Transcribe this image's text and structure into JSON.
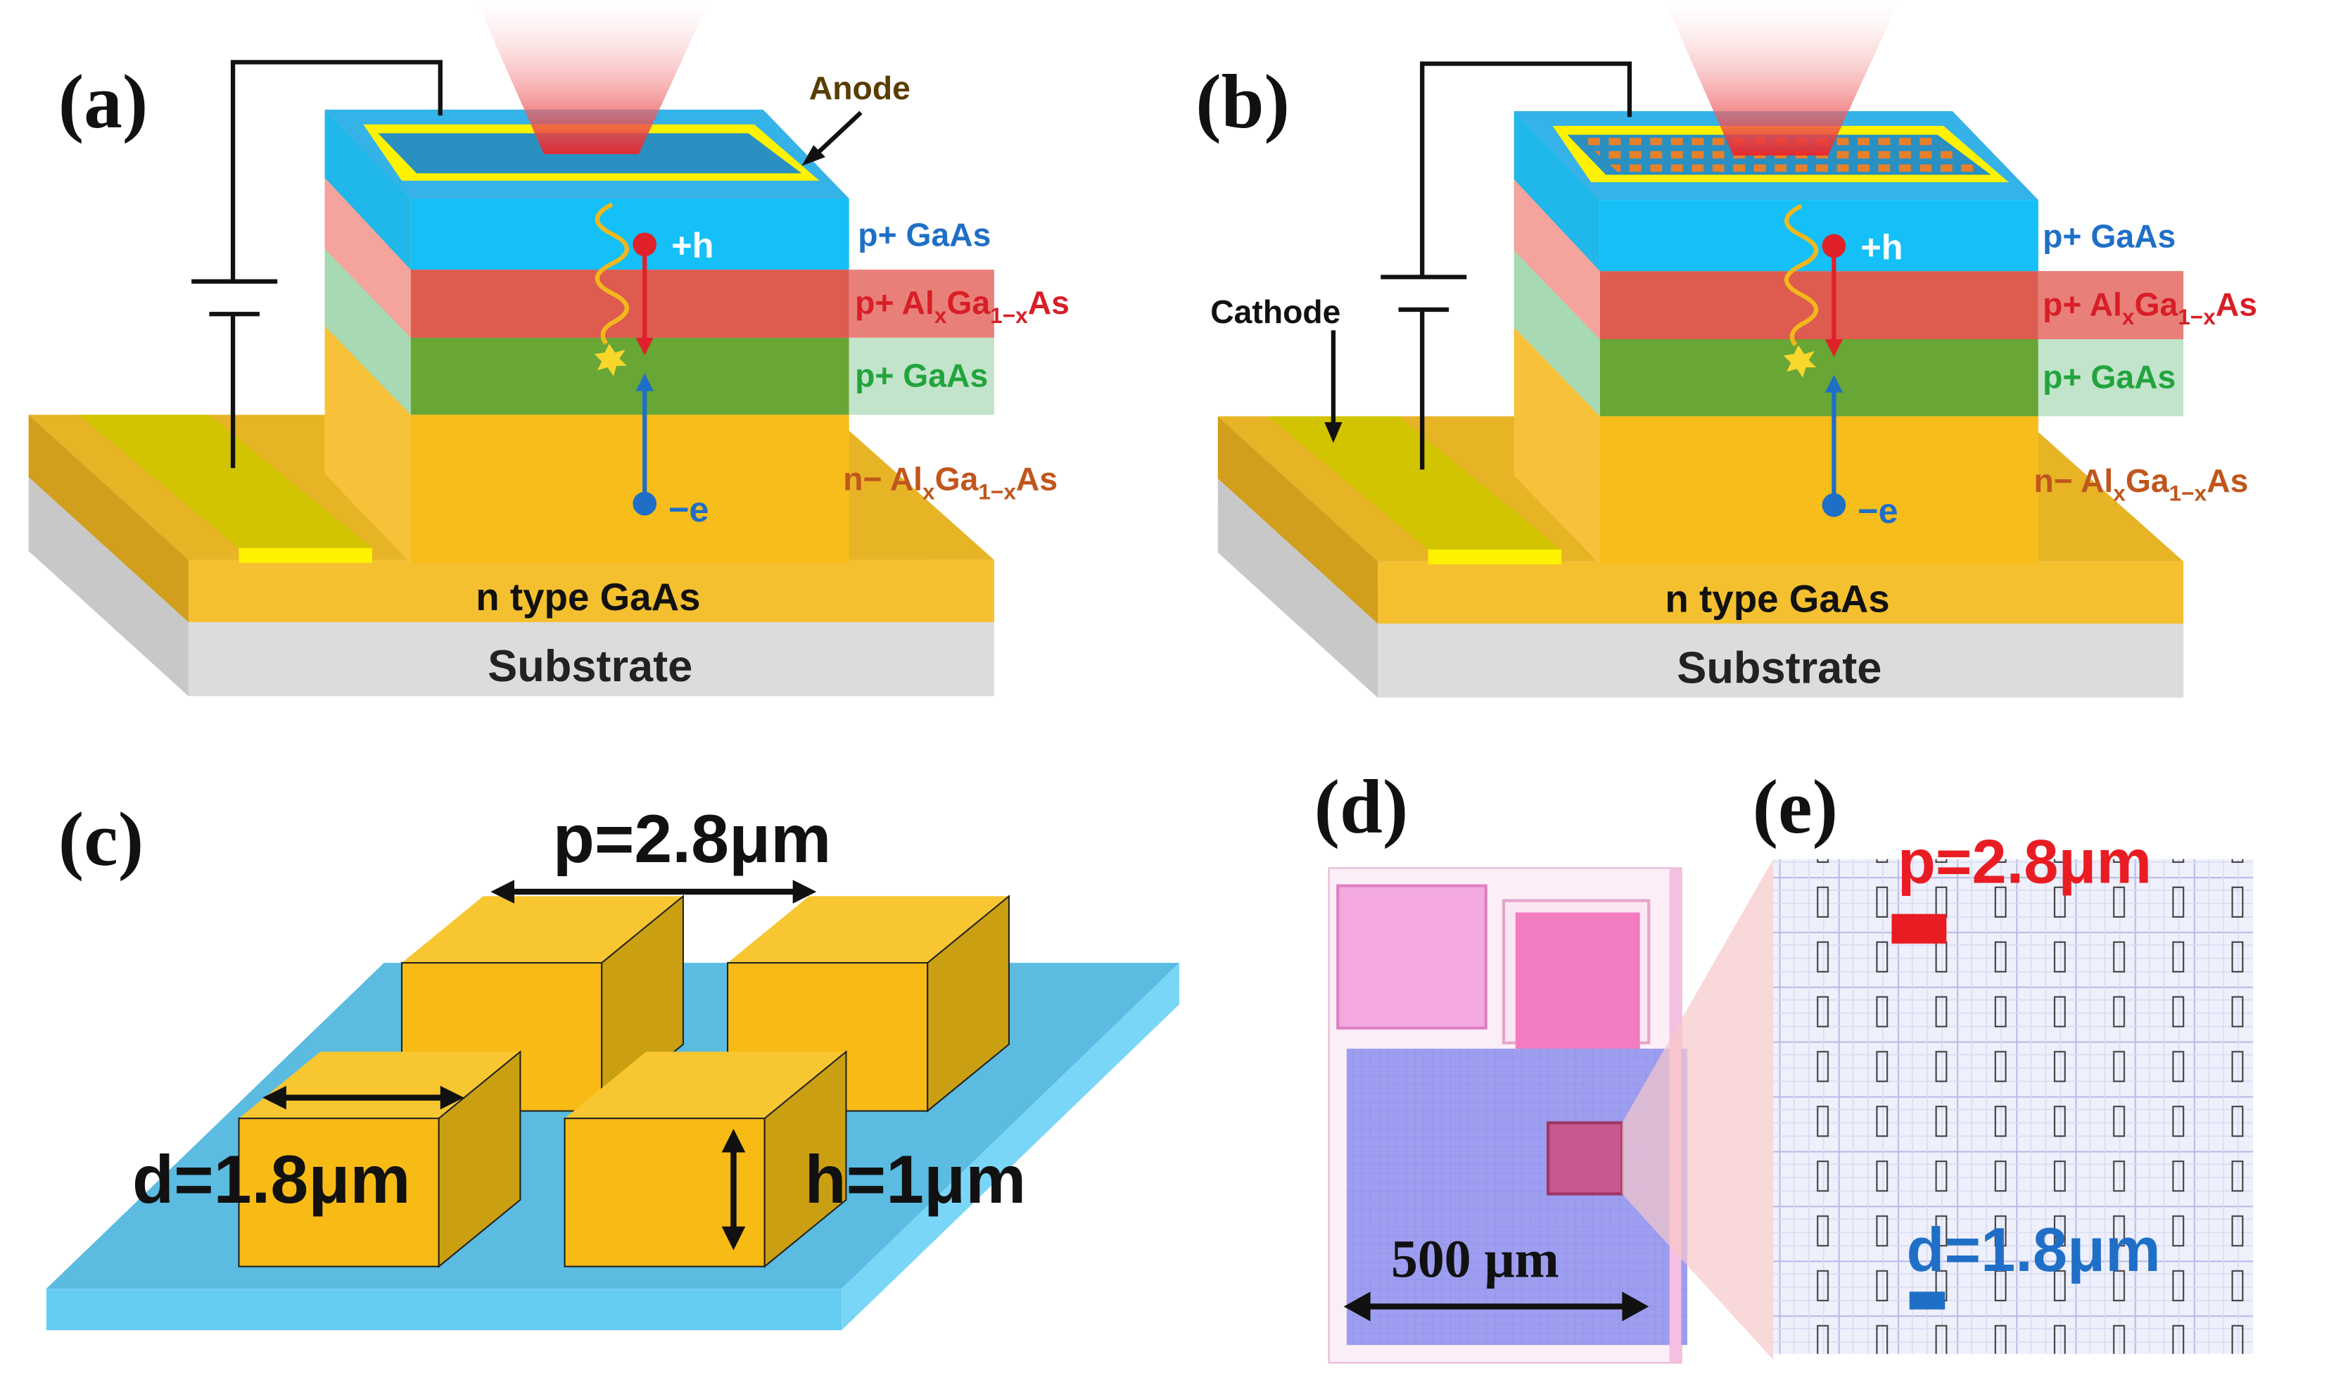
{
  "panel_labels": {
    "a": "(a)",
    "b": "(b)",
    "c": "(c)",
    "d": "(d)",
    "e": "(e)"
  },
  "device": {
    "anode": "Anode",
    "cathode": "Cathode",
    "layer1": "p+ GaAs",
    "layer2_pre": "p+ Al",
    "layer2_sub1": "x",
    "layer2_mid": "Ga",
    "layer2_sub2": "1−x",
    "layer2_post": "As",
    "layer3": "p+ GaAs",
    "layer4_pre": "n− Al",
    "layer4_sub1": "x",
    "layer4_mid": "Ga",
    "layer4_sub2": "1−x",
    "layer4_post": "As",
    "ntype": "n type GaAs",
    "substrate": "Substrate",
    "hole": "+h",
    "electron": "−e"
  },
  "pillars": {
    "period": "p=2.8μm",
    "diameter": "d=1.8μm",
    "height": "h=1μm"
  },
  "micrograph": {
    "scale": "500 μm",
    "period": "p=2.8μm",
    "diameter": "d=1.8μm"
  },
  "colors": {
    "top_gaas": "#1ec3f5",
    "algaas": "#e9524e",
    "green_gaas": "#5aa83c",
    "n_algaas": "#f8b91a",
    "contact": "#f4e600",
    "label_blue": "#1f6fc7",
    "label_red": "#d81e26",
    "label_green": "#22a43c",
    "label_brown": "#c0561d"
  }
}
